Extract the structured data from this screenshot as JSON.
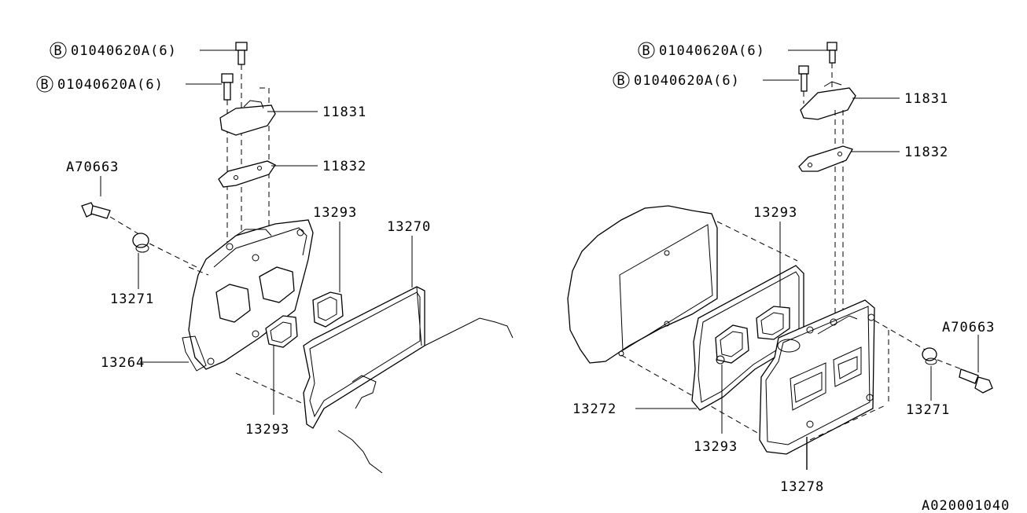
{
  "bolt_badge": "B",
  "left": {
    "bolt_top": "01040620A(6)",
    "bolt_mid": "01040620A(6)",
    "cover_11831": "11831",
    "bracket_11832": "11832",
    "bolt_a70663": "A70663",
    "washer_13271": "13271",
    "gasket_13264": "13264",
    "seal_13293_upper": "13293",
    "seal_13293_lower": "13293",
    "cover_13270": "13270"
  },
  "right": {
    "bolt_top": "01040620A(6)",
    "bolt_mid": "01040620A(6)",
    "cover_11831": "11831",
    "bracket_11832": "11832",
    "seal_13293_upper": "13293",
    "seal_13293_lower": "13293",
    "gasket_13272": "13272",
    "washer_13271": "13271",
    "bolt_a70663": "A70663",
    "cover_13278": "13278"
  },
  "diagram_code": "A020001040"
}
